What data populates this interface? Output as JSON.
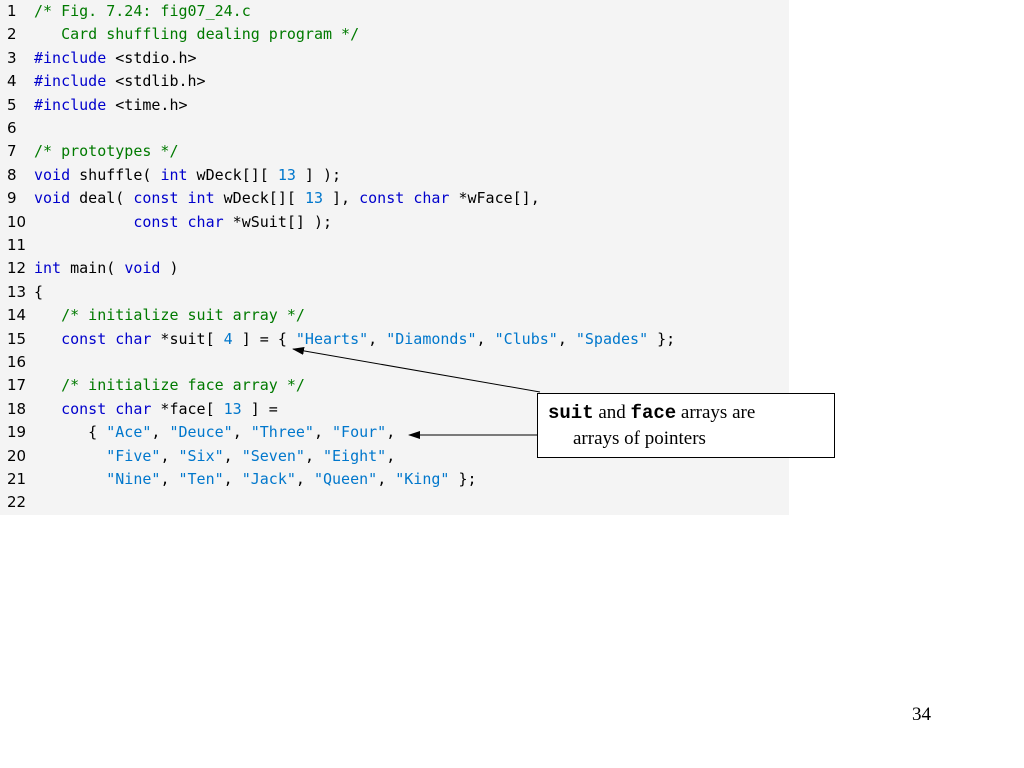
{
  "code_lines": [
    {
      "n": "1",
      "tokens": [
        {
          "t": "/* Fig. 7.24: fig07_24.c",
          "c": "cm"
        }
      ]
    },
    {
      "n": "2",
      "tokens": [
        {
          "t": "   Card shuffling dealing program */",
          "c": "cm"
        }
      ]
    },
    {
      "n": "3",
      "tokens": [
        {
          "t": "#include",
          "c": "pp"
        },
        {
          "t": " <stdio.h>",
          "c": "plain"
        }
      ]
    },
    {
      "n": "4",
      "tokens": [
        {
          "t": "#include",
          "c": "pp"
        },
        {
          "t": " <stdlib.h>",
          "c": "plain"
        }
      ]
    },
    {
      "n": "5",
      "tokens": [
        {
          "t": "#include",
          "c": "pp"
        },
        {
          "t": " <time.h>",
          "c": "plain"
        }
      ]
    },
    {
      "n": "6",
      "tokens": []
    },
    {
      "n": "7",
      "tokens": [
        {
          "t": "/* prototypes */",
          "c": "cm"
        }
      ]
    },
    {
      "n": "8",
      "tokens": [
        {
          "t": "void",
          "c": "kw"
        },
        {
          "t": " shuffle( ",
          "c": "plain"
        },
        {
          "t": "int",
          "c": "kw"
        },
        {
          "t": " wDeck[][ ",
          "c": "plain"
        },
        {
          "t": "13",
          "c": "num"
        },
        {
          "t": " ] );",
          "c": "plain"
        }
      ]
    },
    {
      "n": "9",
      "tokens": [
        {
          "t": "void",
          "c": "kw"
        },
        {
          "t": " deal( ",
          "c": "plain"
        },
        {
          "t": "const",
          "c": "kw"
        },
        {
          "t": " ",
          "c": "plain"
        },
        {
          "t": "int",
          "c": "kw"
        },
        {
          "t": " wDeck[][ ",
          "c": "plain"
        },
        {
          "t": "13",
          "c": "num"
        },
        {
          "t": " ], ",
          "c": "plain"
        },
        {
          "t": "const",
          "c": "kw"
        },
        {
          "t": " ",
          "c": "plain"
        },
        {
          "t": "char",
          "c": "kw"
        },
        {
          "t": " *wFace[],",
          "c": "plain"
        }
      ]
    },
    {
      "n": "10",
      "tokens": [
        {
          "t": "           ",
          "c": "plain"
        },
        {
          "t": "const",
          "c": "kw"
        },
        {
          "t": " ",
          "c": "plain"
        },
        {
          "t": "char",
          "c": "kw"
        },
        {
          "t": " *wSuit[] );",
          "c": "plain"
        }
      ]
    },
    {
      "n": "11",
      "tokens": []
    },
    {
      "n": "12",
      "tokens": [
        {
          "t": "int",
          "c": "kw"
        },
        {
          "t": " main( ",
          "c": "plain"
        },
        {
          "t": "void",
          "c": "kw"
        },
        {
          "t": " )",
          "c": "plain"
        }
      ]
    },
    {
      "n": "13",
      "tokens": [
        {
          "t": "{",
          "c": "plain"
        }
      ]
    },
    {
      "n": "14",
      "tokens": [
        {
          "t": "   ",
          "c": "plain"
        },
        {
          "t": "/* initialize suit array */",
          "c": "cm"
        }
      ]
    },
    {
      "n": "15",
      "tokens": [
        {
          "t": "   ",
          "c": "plain"
        },
        {
          "t": "const",
          "c": "kw"
        },
        {
          "t": " ",
          "c": "plain"
        },
        {
          "t": "char",
          "c": "kw"
        },
        {
          "t": " *suit[ ",
          "c": "plain"
        },
        {
          "t": "4",
          "c": "num"
        },
        {
          "t": " ] = { ",
          "c": "plain"
        },
        {
          "t": "\"Hearts\"",
          "c": "str"
        },
        {
          "t": ", ",
          "c": "plain"
        },
        {
          "t": "\"Diamonds\"",
          "c": "str"
        },
        {
          "t": ", ",
          "c": "plain"
        },
        {
          "t": "\"Clubs\"",
          "c": "str"
        },
        {
          "t": ", ",
          "c": "plain"
        },
        {
          "t": "\"Spades\"",
          "c": "str"
        },
        {
          "t": " };",
          "c": "plain"
        }
      ]
    },
    {
      "n": "16",
      "tokens": []
    },
    {
      "n": "17",
      "tokens": [
        {
          "t": "   ",
          "c": "plain"
        },
        {
          "t": "/* initialize face array */",
          "c": "cm"
        }
      ]
    },
    {
      "n": "18",
      "tokens": [
        {
          "t": "   ",
          "c": "plain"
        },
        {
          "t": "const",
          "c": "kw"
        },
        {
          "t": " ",
          "c": "plain"
        },
        {
          "t": "char",
          "c": "kw"
        },
        {
          "t": " *face[ ",
          "c": "plain"
        },
        {
          "t": "13",
          "c": "num"
        },
        {
          "t": " ] =",
          "c": "plain"
        }
      ]
    },
    {
      "n": "19",
      "tokens": [
        {
          "t": "      { ",
          "c": "plain"
        },
        {
          "t": "\"Ace\"",
          "c": "str"
        },
        {
          "t": ", ",
          "c": "plain"
        },
        {
          "t": "\"Deuce\"",
          "c": "str"
        },
        {
          "t": ", ",
          "c": "plain"
        },
        {
          "t": "\"Three\"",
          "c": "str"
        },
        {
          "t": ", ",
          "c": "plain"
        },
        {
          "t": "\"Four\"",
          "c": "str"
        },
        {
          "t": ",",
          "c": "plain"
        }
      ]
    },
    {
      "n": "20",
      "tokens": [
        {
          "t": "        ",
          "c": "plain"
        },
        {
          "t": "\"Five\"",
          "c": "str"
        },
        {
          "t": ", ",
          "c": "plain"
        },
        {
          "t": "\"Six\"",
          "c": "str"
        },
        {
          "t": ", ",
          "c": "plain"
        },
        {
          "t": "\"Seven\"",
          "c": "str"
        },
        {
          "t": ", ",
          "c": "plain"
        },
        {
          "t": "\"Eight\"",
          "c": "str"
        },
        {
          "t": ",",
          "c": "plain"
        }
      ]
    },
    {
      "n": "21",
      "tokens": [
        {
          "t": "        ",
          "c": "plain"
        },
        {
          "t": "\"Nine\"",
          "c": "str"
        },
        {
          "t": ", ",
          "c": "plain"
        },
        {
          "t": "\"Ten\"",
          "c": "str"
        },
        {
          "t": ", ",
          "c": "plain"
        },
        {
          "t": "\"Jack\"",
          "c": "str"
        },
        {
          "t": ", ",
          "c": "plain"
        },
        {
          "t": "\"Queen\"",
          "c": "str"
        },
        {
          "t": ", ",
          "c": "plain"
        },
        {
          "t": "\"King\"",
          "c": "str"
        },
        {
          "t": " };",
          "c": "plain"
        }
      ]
    },
    {
      "n": "22",
      "tokens": []
    }
  ],
  "callout": {
    "term1": "suit",
    "and_word": "and",
    "term2": "face",
    "text_after": "arrays are",
    "line2": "arrays of pointers"
  },
  "page_number": "34",
  "colors": {
    "comment": "#007a00",
    "keyword": "#0000cc",
    "string": "#0077cc",
    "panel_bg": "#f4f4f4"
  }
}
